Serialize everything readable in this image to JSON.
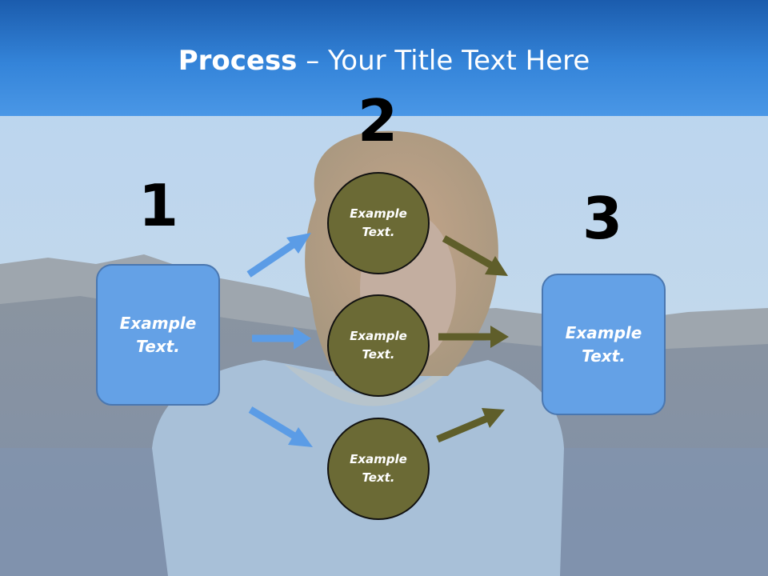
{
  "slide": {
    "title_bold": "Process",
    "title_rest": " – Your Title Text Here"
  },
  "steps": {
    "number_1": "1",
    "number_2": "2",
    "number_3": "3"
  },
  "nodes": {
    "input_box": "Example Text.",
    "circle_top": "Example Text.",
    "circle_middle": "Example Text.",
    "circle_bottom": "Example Text.",
    "output_box": "Example Text."
  },
  "colors": {
    "header": "#2e7bd2",
    "box_fill": "#64a1e6",
    "box_border": "#4a77b0",
    "circle_fill": "#6b6a35",
    "blue_arrow": "#5b9ce6",
    "olive_arrow": "#5f5e2a"
  }
}
